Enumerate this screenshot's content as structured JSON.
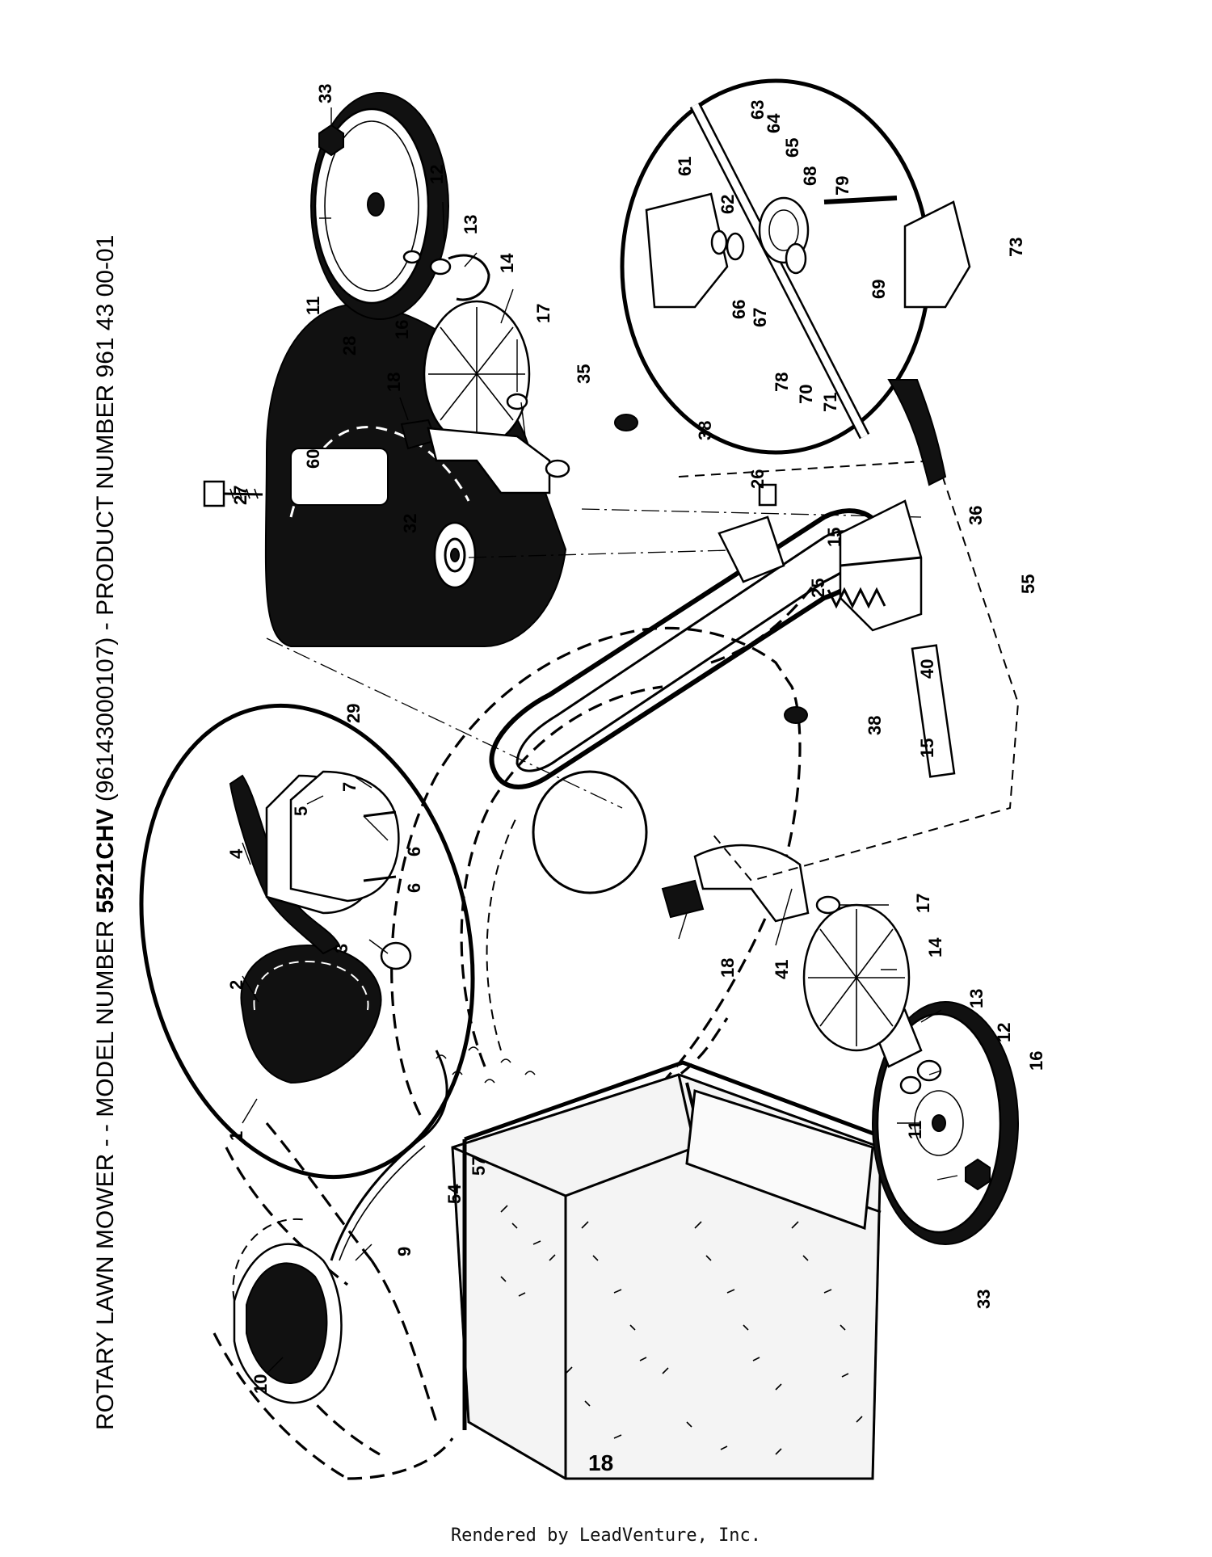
{
  "header": {
    "title_prefix": "ROTARY LAWN MOWER - - MODEL NUMBER ",
    "model": "5521CHV",
    "title_suffix": " (96143000107) - PRODUCT NUMBER 961 43 00-01"
  },
  "page_number": "18",
  "footer": "Rendered by LeadVenture, Inc.",
  "callouts": [
    "1",
    "2",
    "3",
    "4",
    "5",
    "6",
    "6",
    "7",
    "9",
    "10",
    "11",
    "11",
    "12",
    "12",
    "13",
    "13",
    "14",
    "14",
    "15",
    "15",
    "16",
    "16",
    "17",
    "17",
    "18",
    "18",
    "18",
    "25",
    "26",
    "27",
    "28",
    "29",
    "32",
    "33",
    "33",
    "35",
    "36",
    "38",
    "38",
    "40",
    "41",
    "54",
    "55",
    "57",
    "60",
    "61",
    "62",
    "63",
    "64",
    "65",
    "66",
    "67",
    "68",
    "69",
    "70",
    "71",
    "73",
    "78",
    "79"
  ]
}
